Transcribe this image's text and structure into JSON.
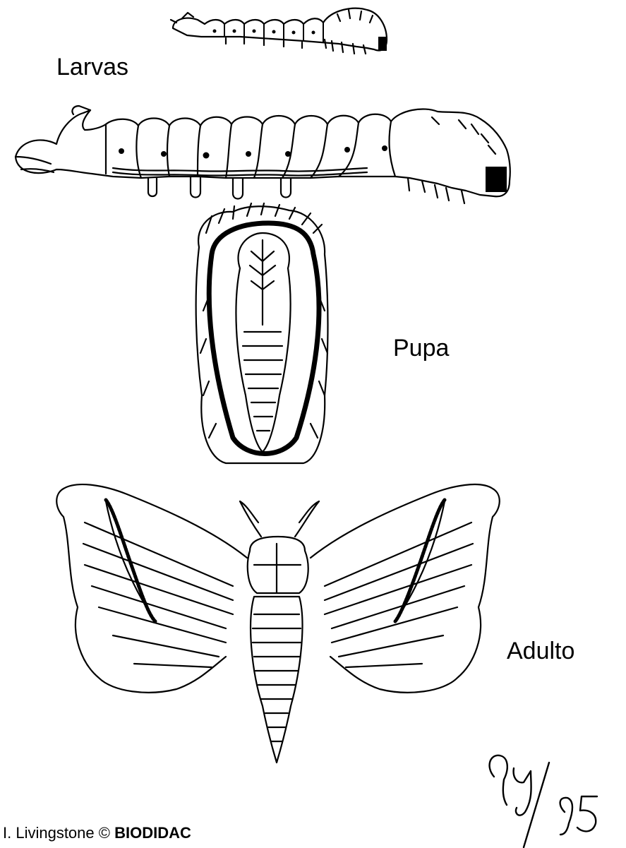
{
  "labels": {
    "larvae": "Larvas",
    "pupa": "Pupa",
    "adult": "Adulto"
  },
  "credit": {
    "author": "I. Livingstone",
    "symbol": "©",
    "publisher": "BIODIDAC"
  },
  "signature": "94/95"
}
